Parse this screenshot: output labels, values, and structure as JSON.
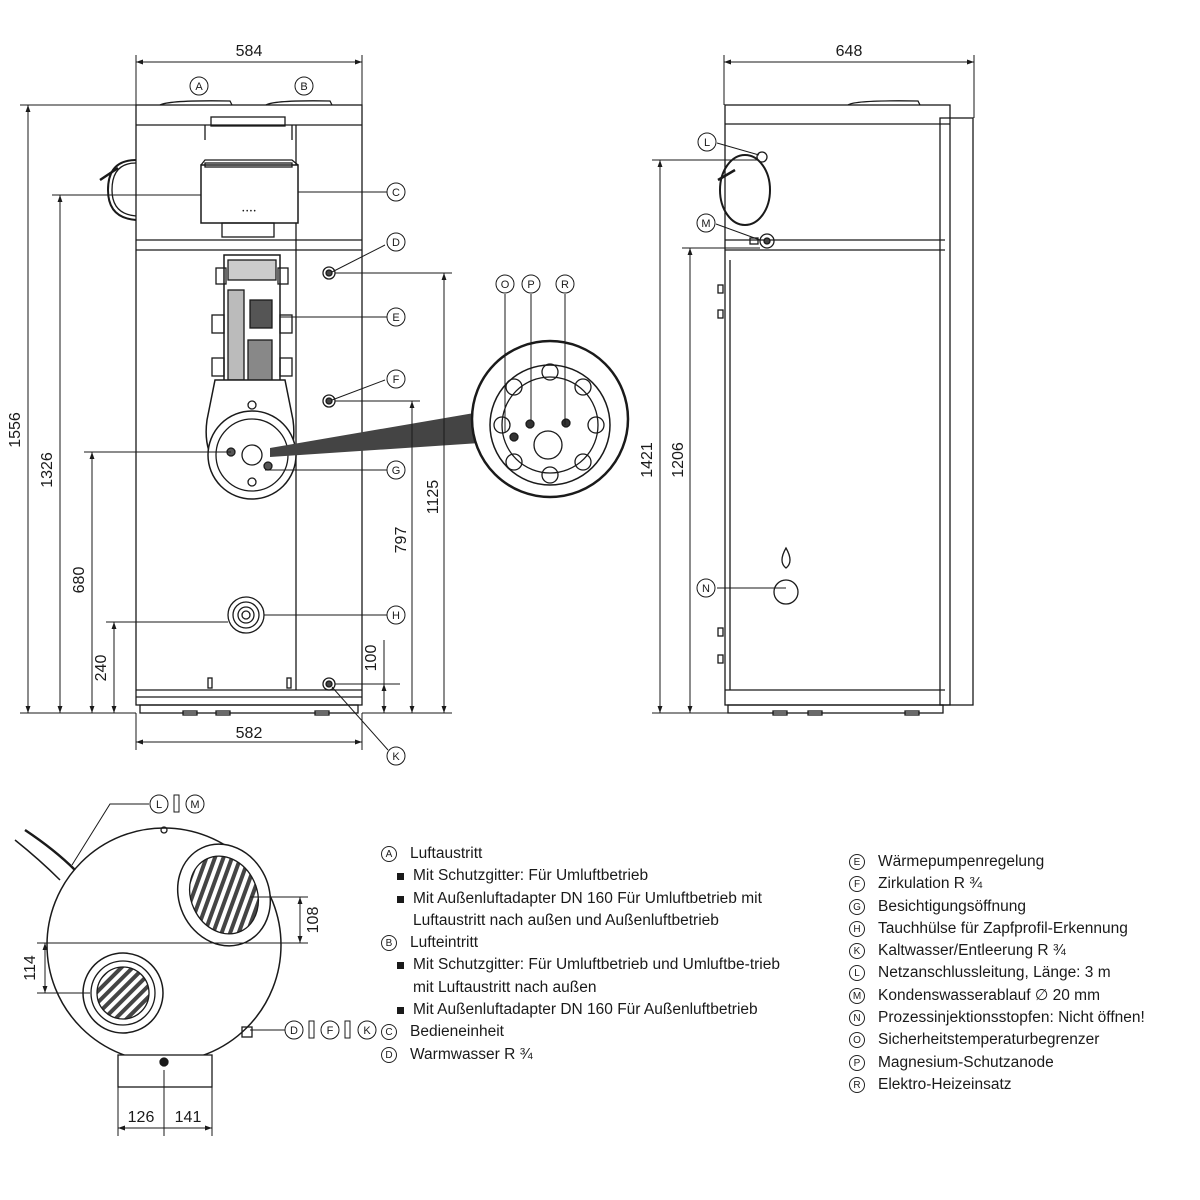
{
  "dimensions": {
    "front_top_width": "584",
    "front_bottom_width": "582",
    "side_top_width": "648",
    "height_total": "1556",
    "height_c": "1326",
    "height_g": "680",
    "height_h": "240",
    "height_k": "100",
    "height_f": "797",
    "height_d": "1125",
    "side_height_m": "1421",
    "side_height_n": "1206",
    "top_108": "108",
    "top_114": "114",
    "top_126": "126",
    "top_141": "141"
  },
  "callouts": {
    "A": "A",
    "B": "B",
    "C": "C",
    "D": "D",
    "E": "E",
    "F": "F",
    "G": "G",
    "H": "H",
    "K": "K",
    "L": "L",
    "M": "M",
    "N": "N",
    "O": "O",
    "P": "P",
    "R": "R"
  },
  "panel_text": "• • • •",
  "legend_left": [
    {
      "letter": "A",
      "text": "Luftaustritt",
      "subs": [
        "Mit Schutzgitter: Für Umluftbetrieb",
        "Mit Außenluftadapter DN 160 Für Umluftbetrieb mit Luftaustritt nach außen und Außenluftbetrieb"
      ]
    },
    {
      "letter": "B",
      "text": "Lufteintritt",
      "subs": [
        "Mit Schutzgitter: Für Umluftbetrieb und Umluftbe-trieb mit Luftaustritt nach außen",
        "Mit Außenluftadapter DN 160  Für Außenluftbetrieb"
      ]
    },
    {
      "letter": "C",
      "text": "Bedieneinheit",
      "subs": []
    },
    {
      "letter": "D",
      "text": "Warmwasser R ¾",
      "subs": []
    }
  ],
  "legend_right": [
    {
      "letter": "E",
      "text": "Wärmepumpenregelung"
    },
    {
      "letter": "F",
      "text": "Zirkulation R ¾"
    },
    {
      "letter": "G",
      "text": "Besichtigungsöffnung"
    },
    {
      "letter": "H",
      "text": "Tauchhülse für Zapfprofil-Erkennung"
    },
    {
      "letter": "K",
      "text": "Kaltwasser/Entleerung R ¾"
    },
    {
      "letter": "L",
      "text": "Netzanschlussleitung, Länge: 3 m"
    },
    {
      "letter": "M",
      "text": "Kondenswasserablauf ∅ 20 mm"
    },
    {
      "letter": "N",
      "text": "Prozessinjektionsstopfen: Nicht öffnen!"
    },
    {
      "letter": "O",
      "text": "Sicherheitstemperaturbegrenzer"
    },
    {
      "letter": "P",
      "text": "Magnesium-Schutzanode"
    },
    {
      "letter": "R",
      "text": "Elektro-Heizeinsatz"
    }
  ]
}
